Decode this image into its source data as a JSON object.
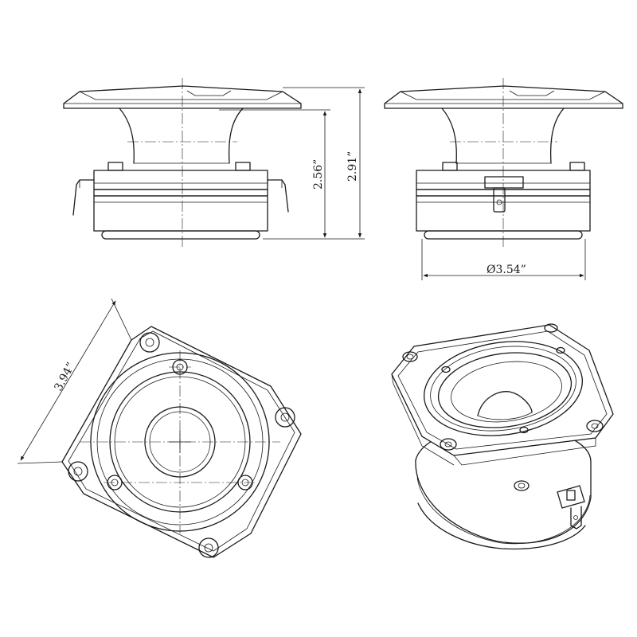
{
  "dimensions": {
    "height_without_flange": "2.56”",
    "overall_height": "2.91”",
    "body_diameter": "Ø3.54”",
    "flange_diagonal": "3.94”"
  },
  "colors": {
    "line": "#1a1a1a",
    "background": "#ffffff"
  }
}
